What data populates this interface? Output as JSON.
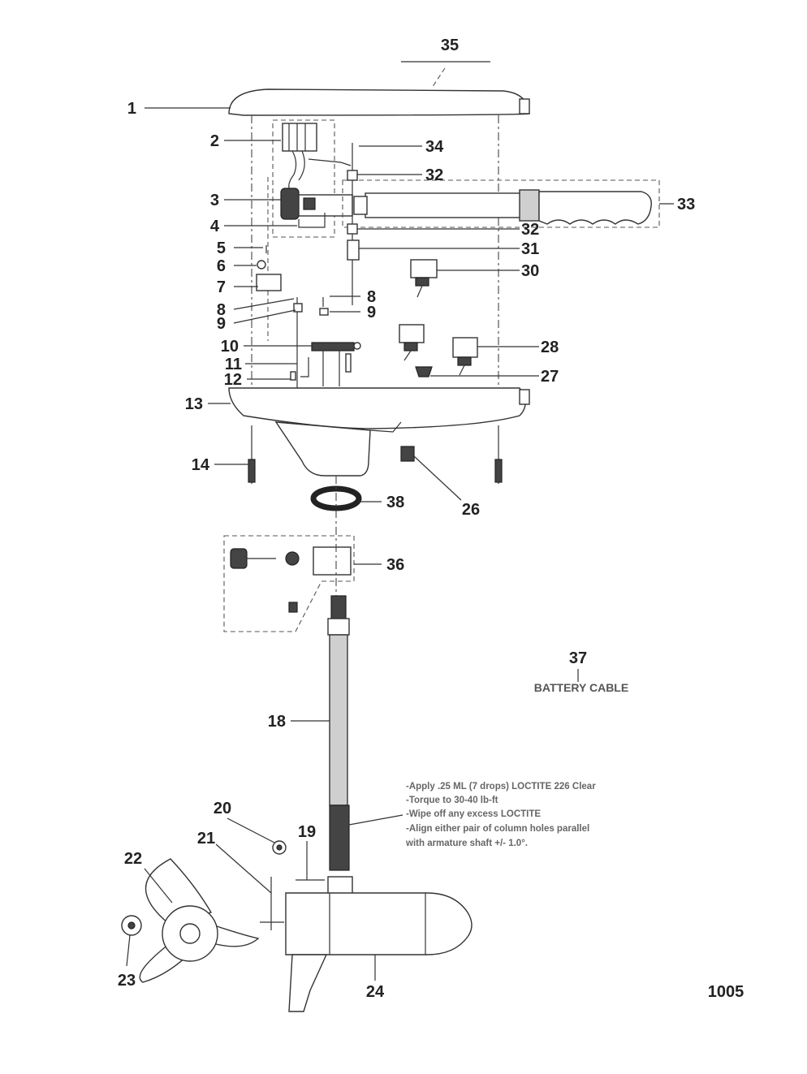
{
  "diagram": {
    "callouts": [
      {
        "id": "c1",
        "label": "1"
      },
      {
        "id": "c2",
        "label": "2"
      },
      {
        "id": "c3",
        "label": "3"
      },
      {
        "id": "c4",
        "label": "4"
      },
      {
        "id": "c5",
        "label": "5"
      },
      {
        "id": "c6",
        "label": "6"
      },
      {
        "id": "c7",
        "label": "7"
      },
      {
        "id": "c8a",
        "label": "8"
      },
      {
        "id": "c8b",
        "label": "8"
      },
      {
        "id": "c9a",
        "label": "9"
      },
      {
        "id": "c9b",
        "label": "9"
      },
      {
        "id": "c10",
        "label": "10"
      },
      {
        "id": "c11",
        "label": "11"
      },
      {
        "id": "c12",
        "label": "12"
      },
      {
        "id": "c13",
        "label": "13"
      },
      {
        "id": "c14",
        "label": "14"
      },
      {
        "id": "c18",
        "label": "18"
      },
      {
        "id": "c19",
        "label": "19"
      },
      {
        "id": "c20",
        "label": "20"
      },
      {
        "id": "c21",
        "label": "21"
      },
      {
        "id": "c22",
        "label": "22"
      },
      {
        "id": "c23",
        "label": "23"
      },
      {
        "id": "c24",
        "label": "24"
      },
      {
        "id": "c26",
        "label": "26"
      },
      {
        "id": "c27",
        "label": "27"
      },
      {
        "id": "c28",
        "label": "28"
      },
      {
        "id": "c30",
        "label": "30"
      },
      {
        "id": "c31",
        "label": "31"
      },
      {
        "id": "c32a",
        "label": "32"
      },
      {
        "id": "c32b",
        "label": "32"
      },
      {
        "id": "c33",
        "label": "33"
      },
      {
        "id": "c34",
        "label": "34"
      },
      {
        "id": "c35",
        "label": "35"
      },
      {
        "id": "c36",
        "label": "36"
      },
      {
        "id": "c37",
        "label": "37"
      },
      {
        "id": "c38",
        "label": "38"
      }
    ],
    "battery_cable_label": "BATTERY CABLE",
    "instructions": [
      "-Apply .25 ML (7 drops) LOCTITE 226 Clear",
      "-Torque to 30-40 lb-ft",
      "-Wipe off any excess LOCTITE",
      "-Align either pair of column holes parallel",
      "with armature shaft +/- 1.0°."
    ],
    "figure_number": "1005"
  }
}
